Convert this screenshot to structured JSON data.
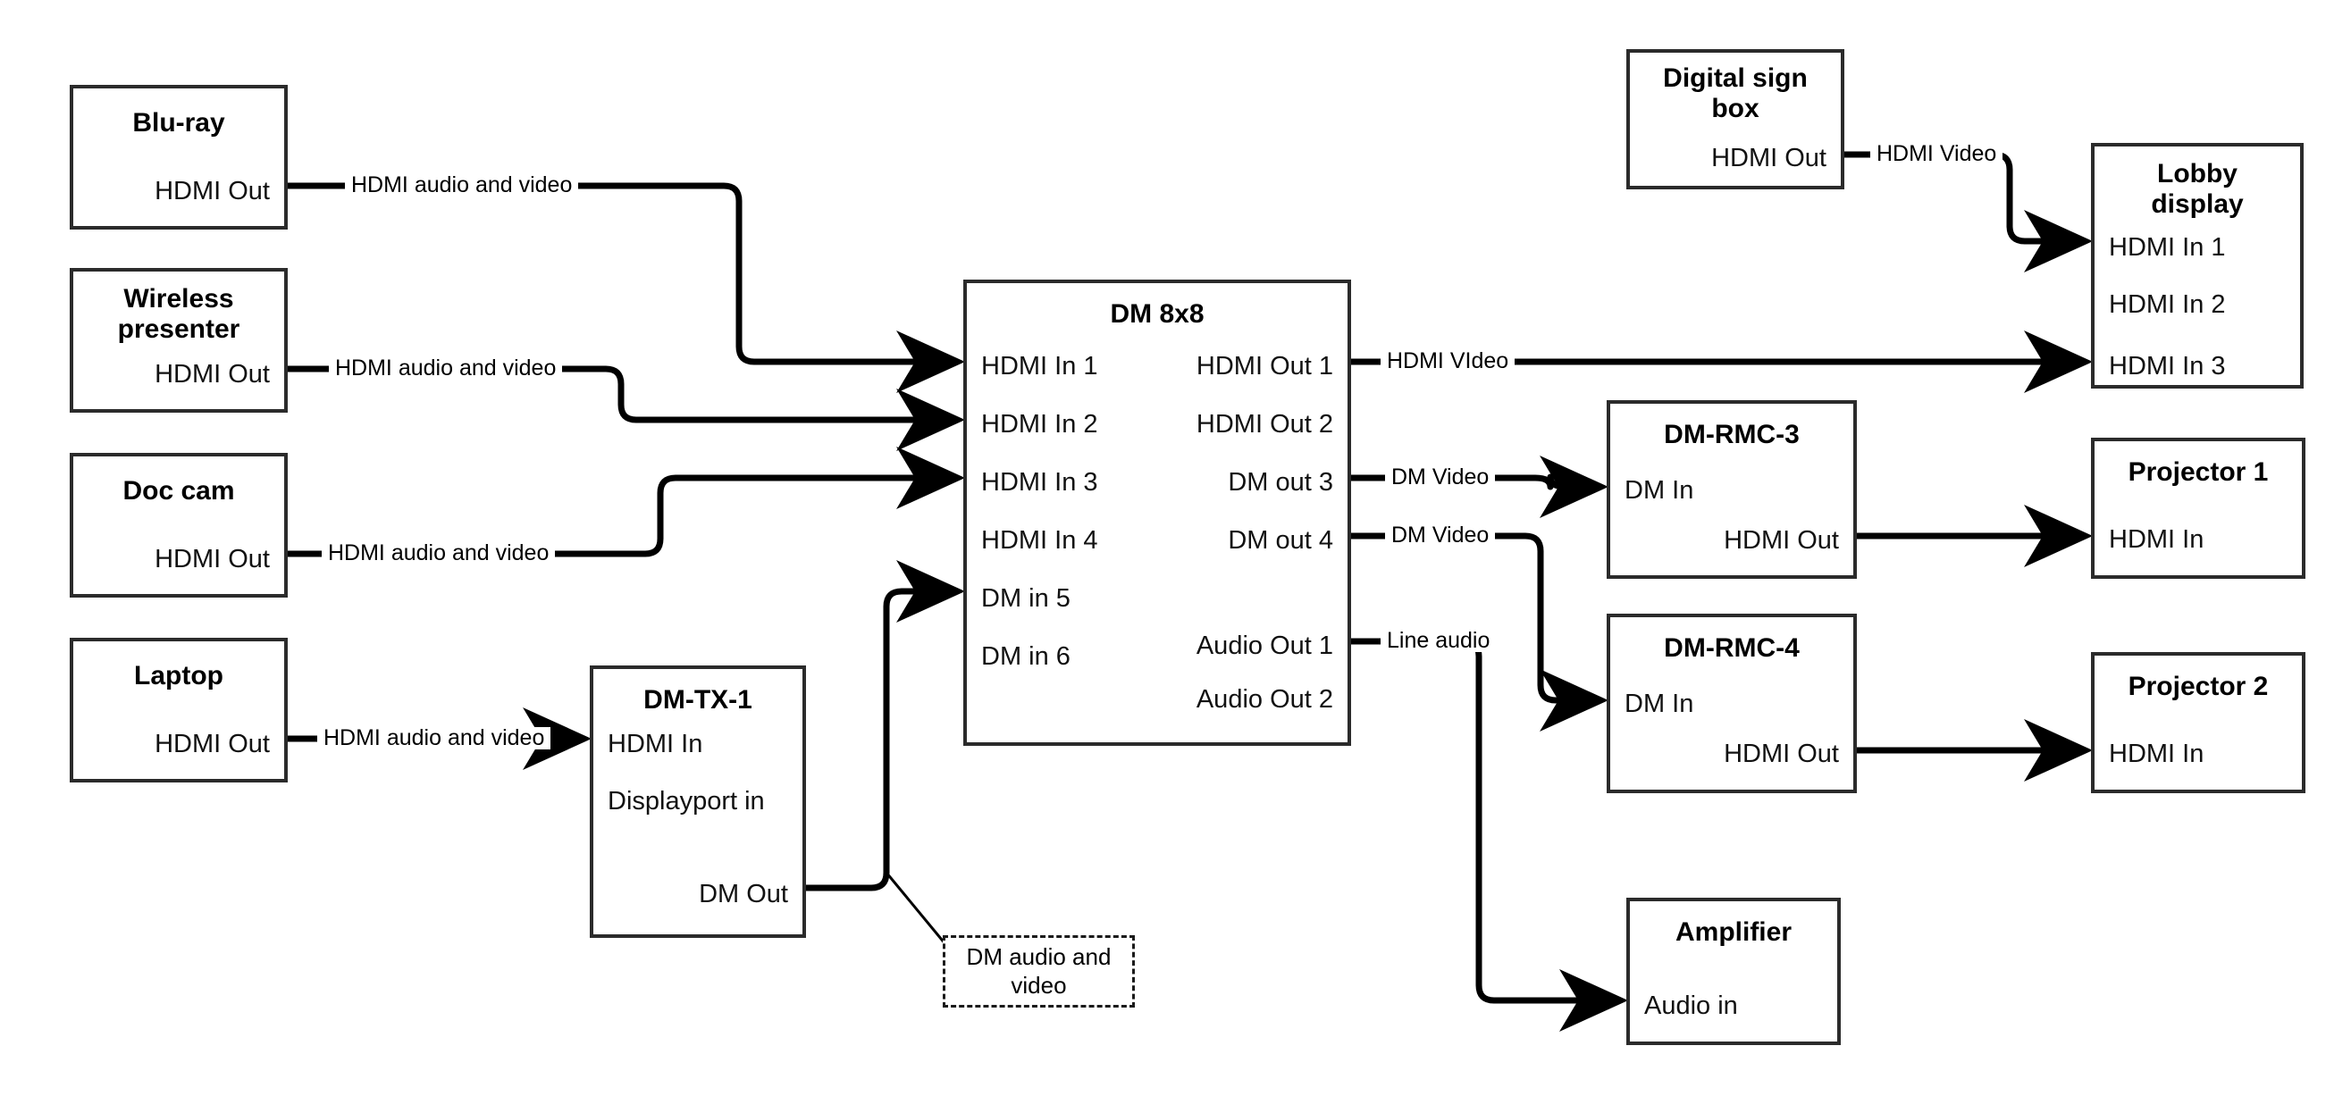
{
  "diagram": {
    "title": "AV signal flow — DM 8x8 matrix switcher",
    "stroke_color": "#2b2b2b",
    "line_color": "#000000",
    "background": "#ffffff"
  },
  "nodes": {
    "bluray": {
      "title": "Blu-ray",
      "ports": {
        "out1": "HDMI Out"
      }
    },
    "wireless": {
      "title": "Wireless\npresenter",
      "title_line1": "Wireless",
      "title_line2": "presenter",
      "ports": {
        "out1": "HDMI Out"
      }
    },
    "doccam": {
      "title": "Doc cam",
      "ports": {
        "out1": "HDMI Out"
      }
    },
    "laptop": {
      "title": "Laptop",
      "ports": {
        "out1": "HDMI Out"
      }
    },
    "dmtx1": {
      "title": "DM-TX-1",
      "ports": {
        "in1": "HDMI In",
        "in2": "Displayport in",
        "out1": "DM Out"
      }
    },
    "dm8x8": {
      "title": "DM 8x8",
      "inputs": [
        "HDMI In 1",
        "HDMI In 2",
        "HDMI In 3",
        "HDMI In 4",
        "DM in 5",
        "DM in 6"
      ],
      "outputs": [
        "HDMI Out 1",
        "HDMI Out 2",
        "DM out 3",
        "DM out 4",
        "Audio Out 1",
        "Audio Out 2"
      ]
    },
    "digitalsign": {
      "title_line1": "Digital sign",
      "title_line2": "box",
      "ports": {
        "out1": "HDMI Out"
      }
    },
    "lobby": {
      "title_line1": "Lobby",
      "title_line2": "display",
      "inputs": [
        "HDMI In 1",
        "HDMI In 2",
        "HDMI In 3"
      ]
    },
    "dmrmc3": {
      "title": "DM-RMC-3",
      "ports": {
        "in1": "DM In",
        "out1": "HDMI Out"
      }
    },
    "dmrmc4": {
      "title": "DM-RMC-4",
      "ports": {
        "in1": "DM In",
        "out1": "HDMI Out"
      }
    },
    "projector1": {
      "title": "Projector 1",
      "ports": {
        "in1": "HDMI In"
      }
    },
    "projector2": {
      "title": "Projector 2",
      "ports": {
        "in1": "HDMI In"
      }
    },
    "amplifier": {
      "title": "Amplifier",
      "ports": {
        "in1": "Audio in"
      }
    }
  },
  "edge_labels": {
    "bluray_to_in1": "HDMI audio and video",
    "wireless_to_in2": "HDMI audio and video",
    "doccam_to_in3": "HDMI audio and video",
    "laptop_to_dmtx1": "HDMI audio and video",
    "hdmiout1_to_lobby3": "HDMI VIdeo",
    "dmout3_to_rmc3": "DM Video",
    "dmout4_to_rmc4": "DM Video",
    "audioout1_to_amp": "Line audio",
    "sign_to_lobby1": "HDMI Video"
  },
  "callout": {
    "dm_audio_video_line1": "DM audio and",
    "dm_audio_video_line2": "video"
  }
}
